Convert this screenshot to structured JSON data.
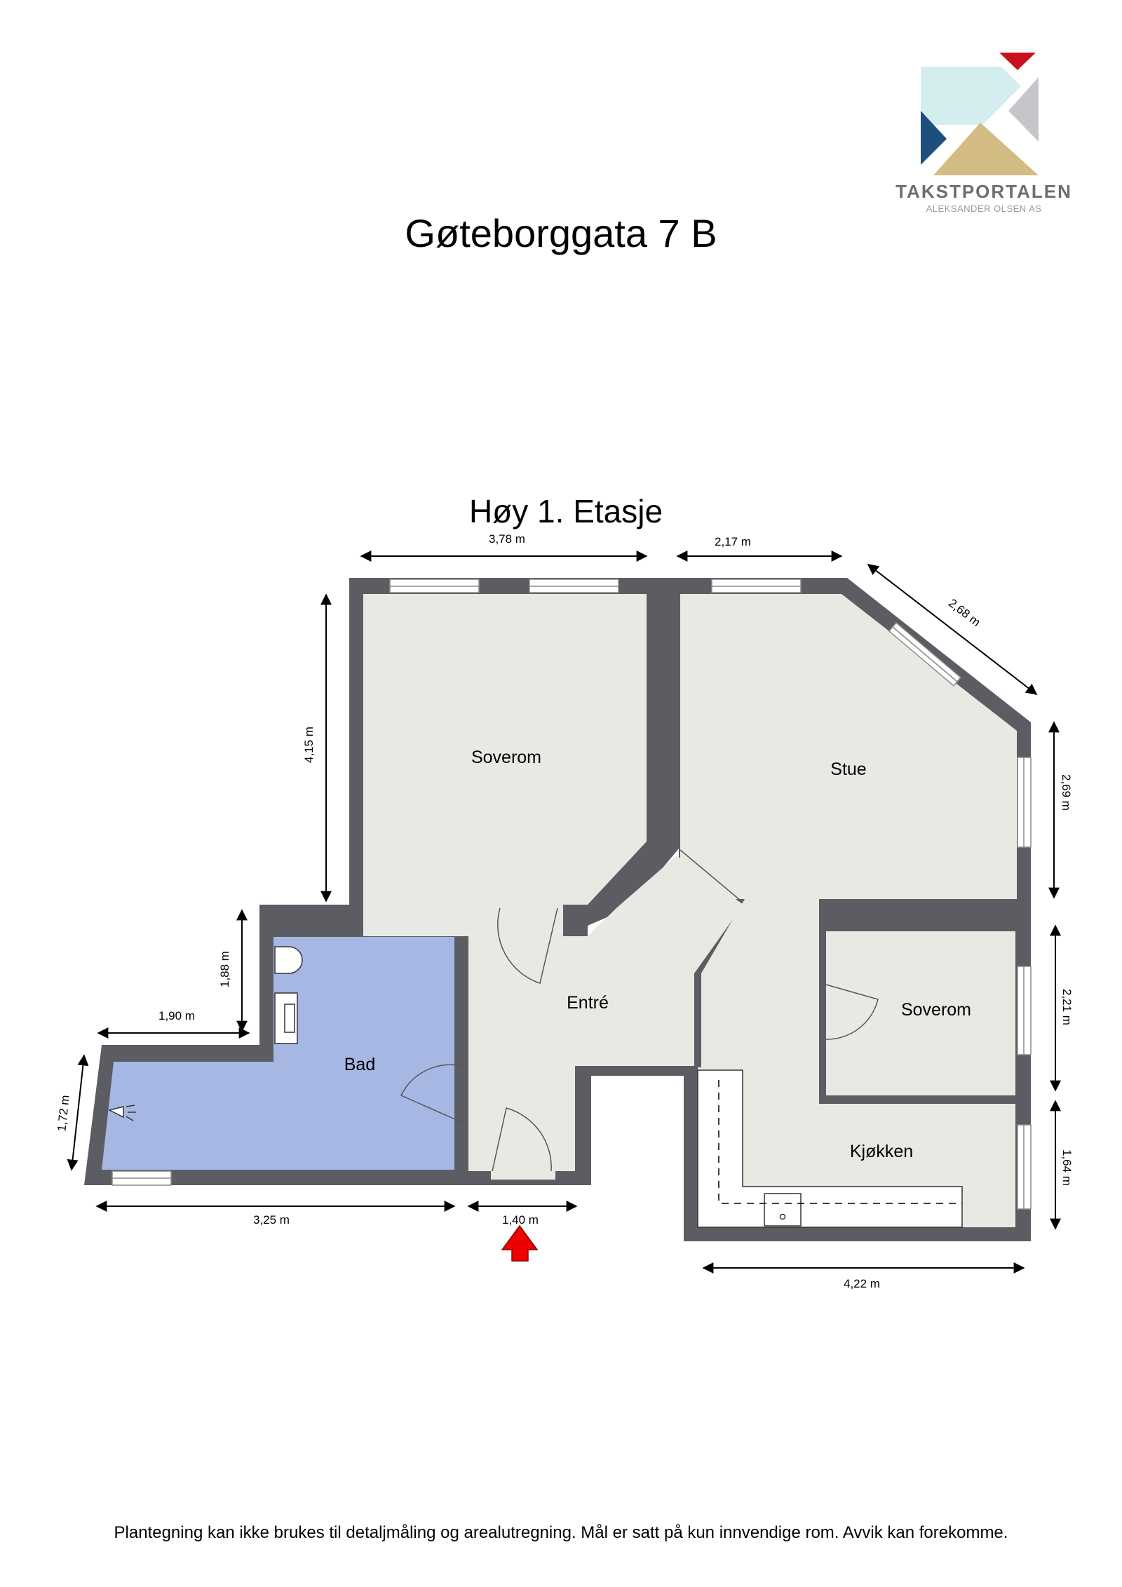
{
  "header": {
    "address_title": "Gøteborggata 7 B",
    "logo": {
      "name": "TAKSTPORTALEN",
      "subtitle": "ALEKSANDER OLSEN AS",
      "colors": {
        "red": "#c8101e",
        "light_blue": "#d4eef0",
        "navy": "#1e4f7c",
        "gray": "#c4c6c9",
        "gold": "#d3bb84"
      }
    }
  },
  "plan": {
    "floor_title": "Høy 1. Etasje",
    "colors": {
      "wall": "#5b5d62",
      "floor": "#e9e9e3",
      "bath": "#a6b7e3",
      "window": "#ffffff",
      "entrance_arrow": "#ee0000"
    },
    "rooms": [
      {
        "name": "Soverom",
        "id": "soverom-1"
      },
      {
        "name": "Stue",
        "id": "stue"
      },
      {
        "name": "Entré",
        "id": "entre"
      },
      {
        "name": "Bad",
        "id": "bad"
      },
      {
        "name": "Soverom",
        "id": "soverom-2"
      },
      {
        "name": "Kjøkken",
        "id": "kjokken"
      }
    ],
    "dimensions": {
      "soverom_width": "3,78 m",
      "stue_top_width": "2,17 m",
      "stue_diagonal": "2,68 m",
      "soverom_height": "4,15 m",
      "stue_height": "2,69 m",
      "bad_upper_height": "1,88 m",
      "bad_step_width": "1,90 m",
      "bad_left_height": "1,72 m",
      "soverom2_height": "2,21 m",
      "kjokken_height": "1,64 m",
      "bad_width": "3,25 m",
      "entrance_width": "1,40 m",
      "kjokken_width": "4,22 m"
    }
  },
  "footer": {
    "disclaimer": "Plantegning kan ikke brukes til detaljmåling og arealutregning. Mål er satt på kun innvendige rom. Avvik kan forekomme."
  }
}
